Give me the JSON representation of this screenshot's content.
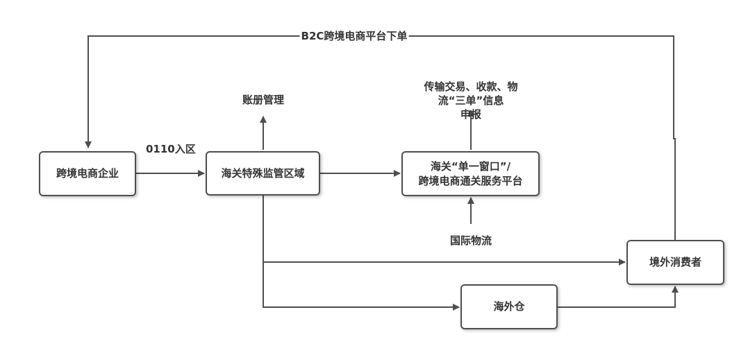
{
  "nodes": {
    "enterprise": "跨境电商企业",
    "zone": "海关特殊监管区域",
    "window_line1": "海关“单一窗口”/",
    "window_line2": "跨境电商通关服务平台",
    "consumer": "境外消费者",
    "warehouse": "海外仓"
  },
  "edge_labels": {
    "order": "B2C跨境电商平台下单",
    "entry": "0110入区",
    "ledger": "账册管理",
    "declare_line1": "传输交易、收款、物",
    "declare_line2": "流“三单”信息",
    "declare_line3": "申报",
    "logistics": "国际物流"
  },
  "colors": {
    "line": "#4d4d4d",
    "text": "#333333"
  }
}
